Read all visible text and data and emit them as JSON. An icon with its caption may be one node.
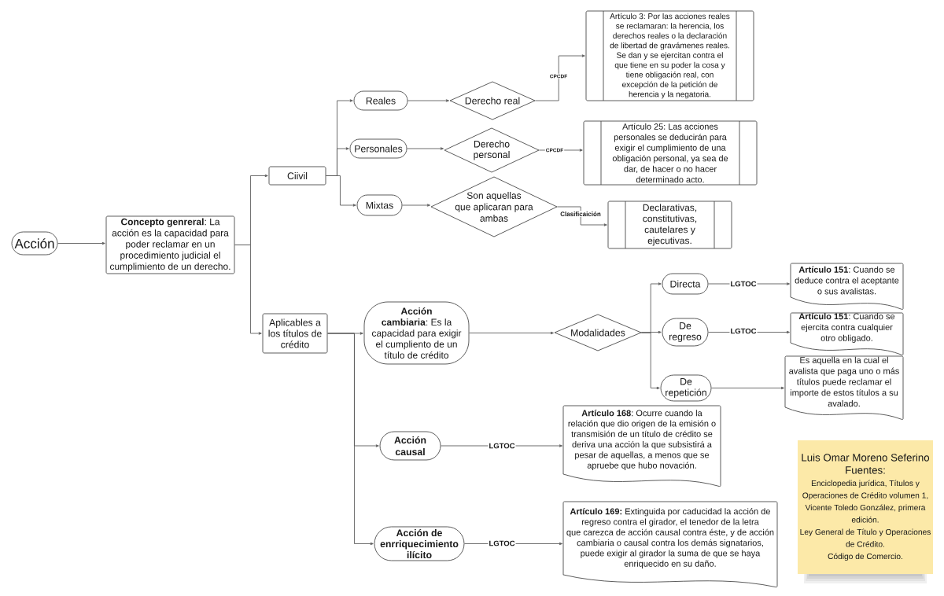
{
  "diagram": {
    "nodes": [
      {
        "text": [
          "Acción"
        ]
      },
      {
        "text": [
          "**Concepto genreral**: La acción es la capacidad para poder reclamar en un procedimiento judicial el cumplimiento de un derecho."
        ]
      },
      {
        "text": [
          "Ciivil"
        ]
      },
      {
        "text": [
          "Reales"
        ]
      },
      {
        "text": [
          "Derecho real"
        ]
      },
      {
        "text": [
          "Artículo 3: Por las acciones reales se reclamaran: la herencia, los derechos reales o la declaración de libertad de gravámenes reales. Se dan y se ejercitan contra el que tiene en su poder la cosa y tiene obligación real, con excepción de la petición de herencia y la negatoria."
        ]
      },
      {
        "text": [
          "Personales"
        ]
      },
      {
        "text": [
          "Derecho personal"
        ]
      },
      {
        "text": [
          "Artículo 25: Las acciones personales se deducirán para exigir el cumplimiento de una obligación personal, ya sea de dar, de hacer o no hacer determinado acto."
        ]
      },
      {
        "text": [
          "Mixtas"
        ]
      },
      {
        "text": [
          "Son aquellas que aplicaran para ambas"
        ]
      },
      {
        "text": [
          "Declarativas, constitutivas, cautelares y ejecutivas."
        ]
      },
      {
        "text": [
          "Aplicables a los títulos de crédito"
        ]
      },
      {
        "text": [
          "**Acción cambiaria**: Es la capacidad para exigir el cumpliento de un título de crédito"
        ]
      },
      {
        "text": [
          "Modalidades"
        ]
      },
      {
        "text": [
          "Directa"
        ]
      },
      {
        "text": [
          "De regreso"
        ]
      },
      {
        "text": [
          "De repetición"
        ]
      },
      {
        "text": [
          "**Artículo 151**: Cuando se deduce contra el aceptante o sus avalistas."
        ]
      },
      {
        "text": [
          "**Artículo 151**: Cuando se ejercita contra cualquier otro obligado."
        ]
      },
      {
        "text": [
          "Es aquella en la cual el avalista que paga uno o más títulos puede reclamar el importe de estos títulos a su avalado."
        ]
      },
      {
        "text": [
          "Acción causal"
        ]
      },
      {
        "text": [
          "**Artículo 168**: Ocurre cuando la relación que dio origen de la emisión o transmisión de un título de crédito se deriva una acción la que subsistirá a pesar de aquellas, a menos que se apruebe que hubo novación."
        ]
      },
      {
        "text": [
          "Acción de enrriquecimiento ilícito"
        ]
      },
      {
        "text": [
          "**Artículo 169:** Extinguida por caducidad la acción de regreso contra el girador, el tenedor de la letra que carezca de acción causal contra éste, y de acción cambiaria o causal contra los demás signatarios, puede exigir al girador la suma de que se haya enriquecido en su daño."
        ]
      },
      {
        "text": [
          "Luis Omar Moreno Seferino",
          "Fuentes:",
          "Enciclopedia jurídica, Títulos y Operaciones de Crédito volumen 1, Vicente Toledo González, primera edición.",
          "Ley General de Título y Operaciones de Crédito.",
          "Código de Comercio."
        ]
      }
    ],
    "edges": [
      {
        "from": 0,
        "to": 1,
        "arrow": "to"
      },
      {
        "from": 1,
        "to": 2,
        "arrow": "to"
      },
      {
        "from": 1,
        "to": 12,
        "arrow": "to"
      },
      {
        "from": 2,
        "to": 3,
        "arrow": "to"
      },
      {
        "from": 2,
        "to": 6,
        "arrow": "to"
      },
      {
        "from": 2,
        "to": 9,
        "arrow": "to"
      },
      {
        "from": 3,
        "to": 4,
        "arrow": "to"
      },
      {
        "from": 6,
        "to": 7,
        "arrow": "to"
      },
      {
        "from": 9,
        "to": 10,
        "arrow": "to"
      },
      {
        "from": 4,
        "to": 5,
        "arrow": "to",
        "label": "CPCDF"
      },
      {
        "from": 7,
        "to": 8,
        "arrow": "to",
        "label": "CPCDF"
      },
      {
        "from": 10,
        "to": 11,
        "arrow": "to",
        "label": "Clasificaición"
      },
      {
        "from": 12,
        "to": 13,
        "arrow": "to"
      },
      {
        "from": 12,
        "to": 21,
        "arrow": "to"
      },
      {
        "from": 12,
        "to": 23,
        "arrow": "to"
      },
      {
        "from": 13,
        "to": 14,
        "arrow": "to"
      },
      {
        "from": 14,
        "to": 15,
        "arrow": "to"
      },
      {
        "from": 14,
        "to": 16,
        "arrow": "to"
      },
      {
        "from": 14,
        "to": 17,
        "arrow": "to"
      },
      {
        "from": 15,
        "to": 18,
        "arrow": "to",
        "label": "LGTOC"
      },
      {
        "from": 16,
        "to": 19,
        "arrow": "to",
        "label": "LGTOC"
      },
      {
        "from": 17,
        "to": 20,
        "arrow": "to"
      },
      {
        "from": 21,
        "to": 22,
        "arrow": "to",
        "label": "LGTOC"
      },
      {
        "from": 23,
        "to": 24,
        "arrow": "to",
        "label": "LGTOC"
      }
    ]
  }
}
